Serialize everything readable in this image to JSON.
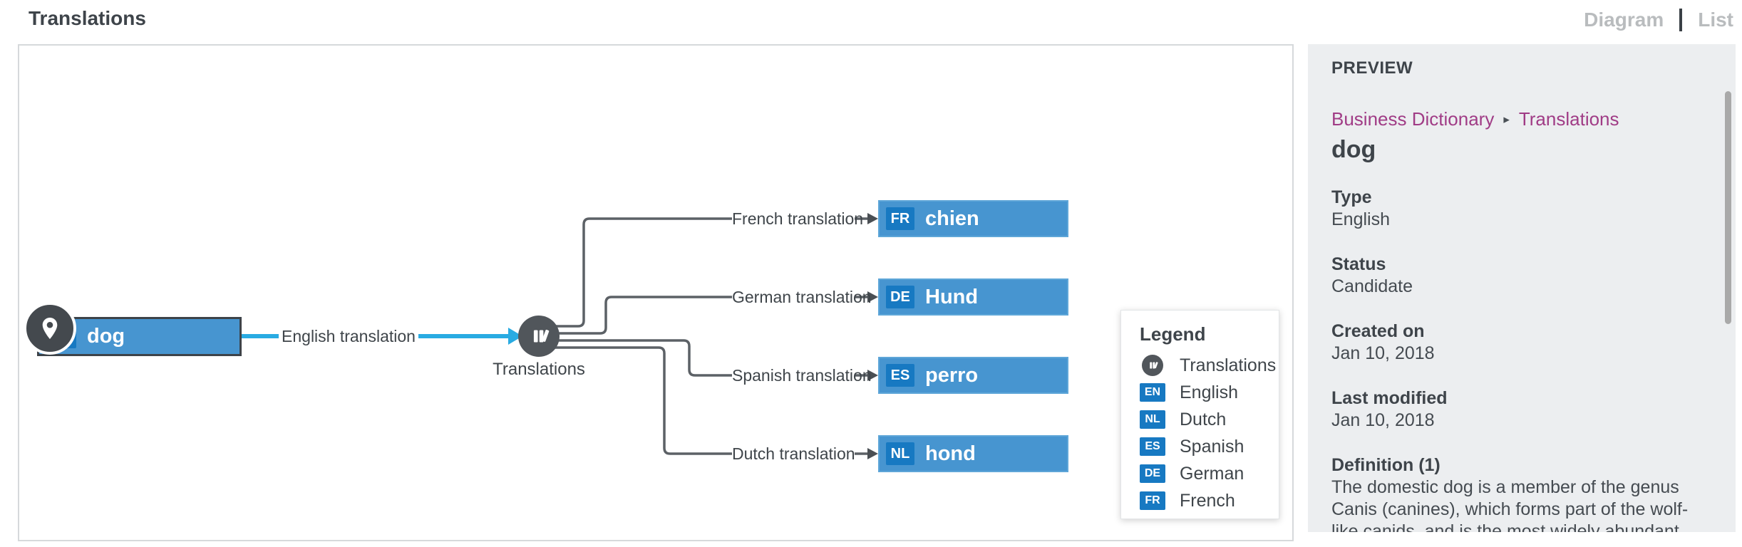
{
  "header": {
    "title": "Translations",
    "view_toggle": {
      "diagram_label": "Diagram",
      "list_label": "List"
    }
  },
  "diagram": {
    "root": {
      "badge": "EN",
      "label": "dog",
      "relation": "English translation"
    },
    "hub": {
      "label": "Translations"
    },
    "branches": [
      {
        "relation": "French translation",
        "badge": "FR",
        "label": "chien"
      },
      {
        "relation": "German translation",
        "badge": "DE",
        "label": "Hund"
      },
      {
        "relation": "Spanish translation",
        "badge": "ES",
        "label": "perro"
      },
      {
        "relation": "Dutch translation",
        "badge": "NL",
        "label": "hond"
      }
    ],
    "legend": {
      "title": "Legend",
      "items": [
        {
          "icon": "translations-icon",
          "label": "Translations"
        },
        {
          "badge": "EN",
          "label": "English"
        },
        {
          "badge": "NL",
          "label": "Dutch"
        },
        {
          "badge": "ES",
          "label": "Spanish"
        },
        {
          "badge": "DE",
          "label": "German"
        },
        {
          "badge": "FR",
          "label": "French"
        }
      ]
    }
  },
  "preview": {
    "heading": "PREVIEW",
    "breadcrumb": {
      "parent": "Business Dictionary",
      "separator": "▸",
      "current": "Translations"
    },
    "title": "dog",
    "fields": [
      {
        "label": "Type",
        "value": "English"
      },
      {
        "label": "Status",
        "value": "Candidate"
      },
      {
        "label": "Created on",
        "value": "Jan 10, 2018"
      },
      {
        "label": "Last modified",
        "value": "Jan 10, 2018"
      },
      {
        "label": "Definition (1)",
        "value": "The domestic dog is a member of the genus Canis (canines), which forms part of the wolf-like canids, and is the most widely abundant"
      }
    ]
  },
  "colors": {
    "node_blue": "#4795d0",
    "badge_blue": "#1779c2",
    "relation_cyan": "#29abe2",
    "breadcrumb_magenta": "#a03c86",
    "node_gray": "#51565b",
    "panel_bg": "#eceef0"
  }
}
